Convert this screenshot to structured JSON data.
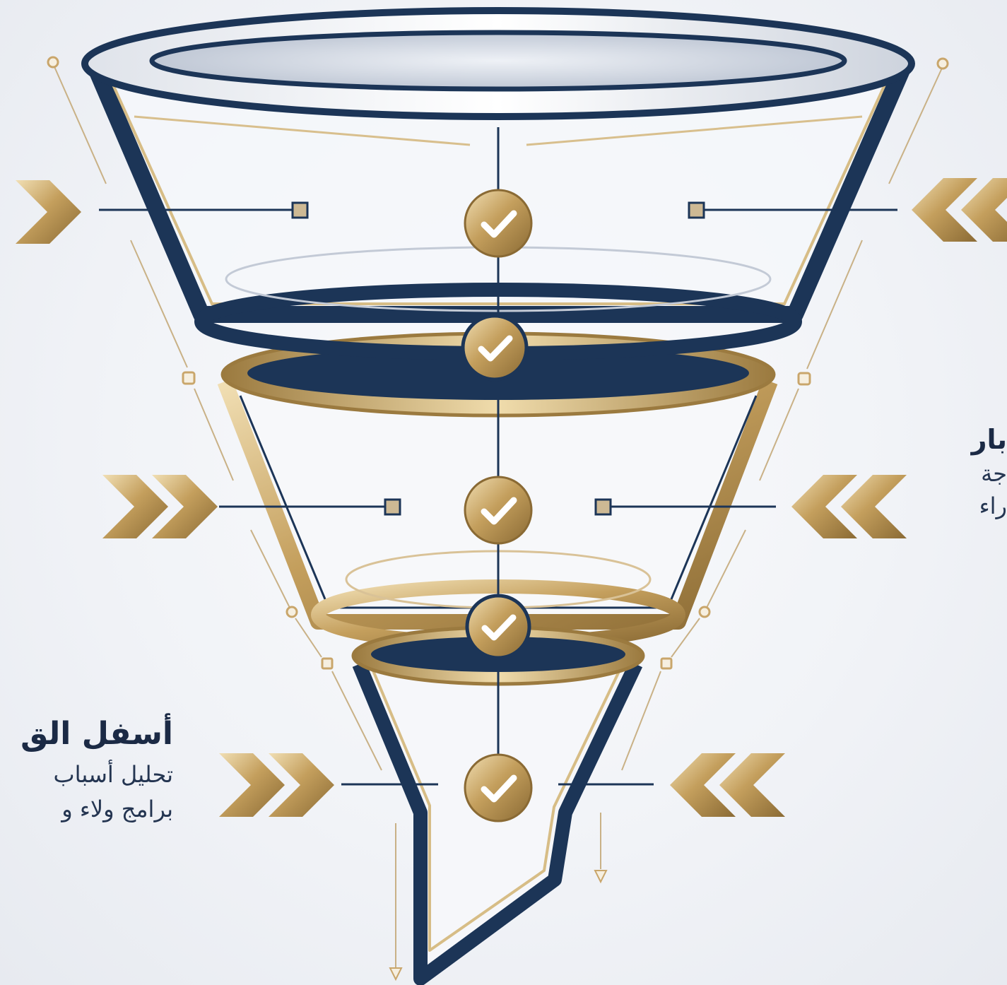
{
  "stages": [
    {
      "heading": "",
      "body_lines": []
    },
    {
      "heading": "بار",
      "body_lines": [
        "جة",
        "راء"
      ]
    },
    {
      "heading": "أسفل الق",
      "body_lines": [
        "تحليل أسباب",
        "برامج ولاء و"
      ]
    }
  ],
  "colors": {
    "navy": "#1c3557",
    "gold": "#b89455",
    "gold_light": "#e6cf9c",
    "background": "#f3f5f8"
  },
  "icons": [
    "check-badge-icon",
    "chevron-right-double-icon",
    "chevron-left-double-icon"
  ]
}
